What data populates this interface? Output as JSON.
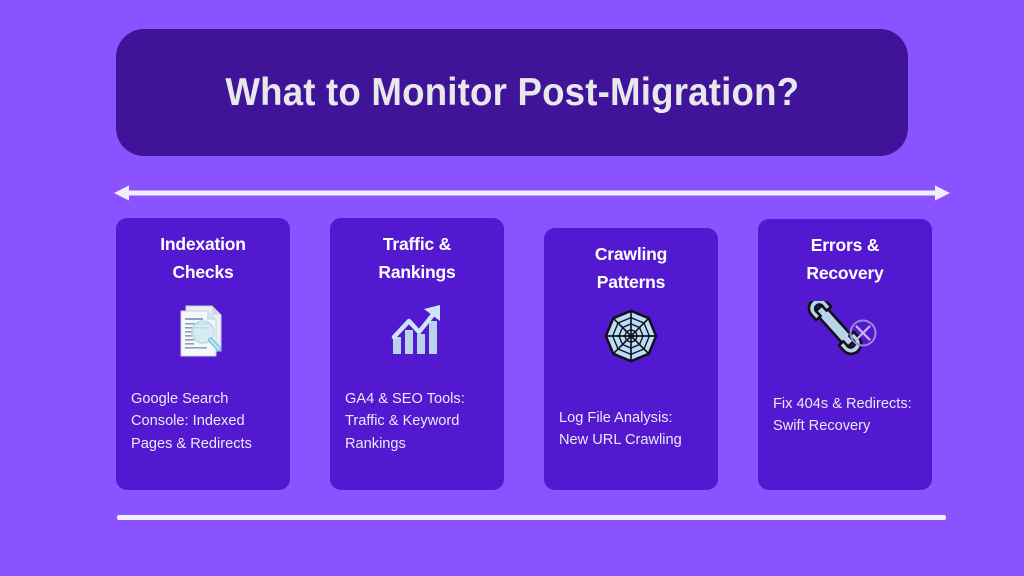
{
  "banner": {
    "title": "What to Monitor Post-Migration?",
    "bg_color": "#3f1499",
    "text_color": "#e8e8ec"
  },
  "canvas": {
    "bg_color": "#8b53ff"
  },
  "arrow": {
    "name": "double-headed-arrow",
    "color": "#f2eef8",
    "direction": "horizontal-bidirectional"
  },
  "bottom_rule": {
    "color": "#f2eef8"
  },
  "cards": [
    {
      "title": "Indexation\nChecks",
      "title_line1": "Indexation",
      "title_line2": "Checks",
      "icon": "document-magnifier-icon",
      "description": "Google Search Console: Indexed Pages & Redirects",
      "bg_color": "#5219d1"
    },
    {
      "title": "Traffic &\nRankings",
      "title_line1": "Traffic &",
      "title_line2": "Rankings",
      "icon": "chart-increasing-icon",
      "description": "GA4 & SEO Tools: Traffic & Keyword Rankings",
      "bg_color": "#5219d1"
    },
    {
      "title": "Crawling\nPatterns",
      "title_line1": "Crawling",
      "title_line2": "Patterns",
      "icon": "spider-web-icon",
      "description": "Log File Analysis: New URL Crawling",
      "bg_color": "#5219d1"
    },
    {
      "title": "Errors &\nRecovery",
      "title_line1": "Errors &",
      "title_line2": "Recovery",
      "icon": "wrench-error-icon",
      "description": "Fix 404s & Redirects: Swift Recovery",
      "bg_color": "#5219d1"
    }
  ]
}
